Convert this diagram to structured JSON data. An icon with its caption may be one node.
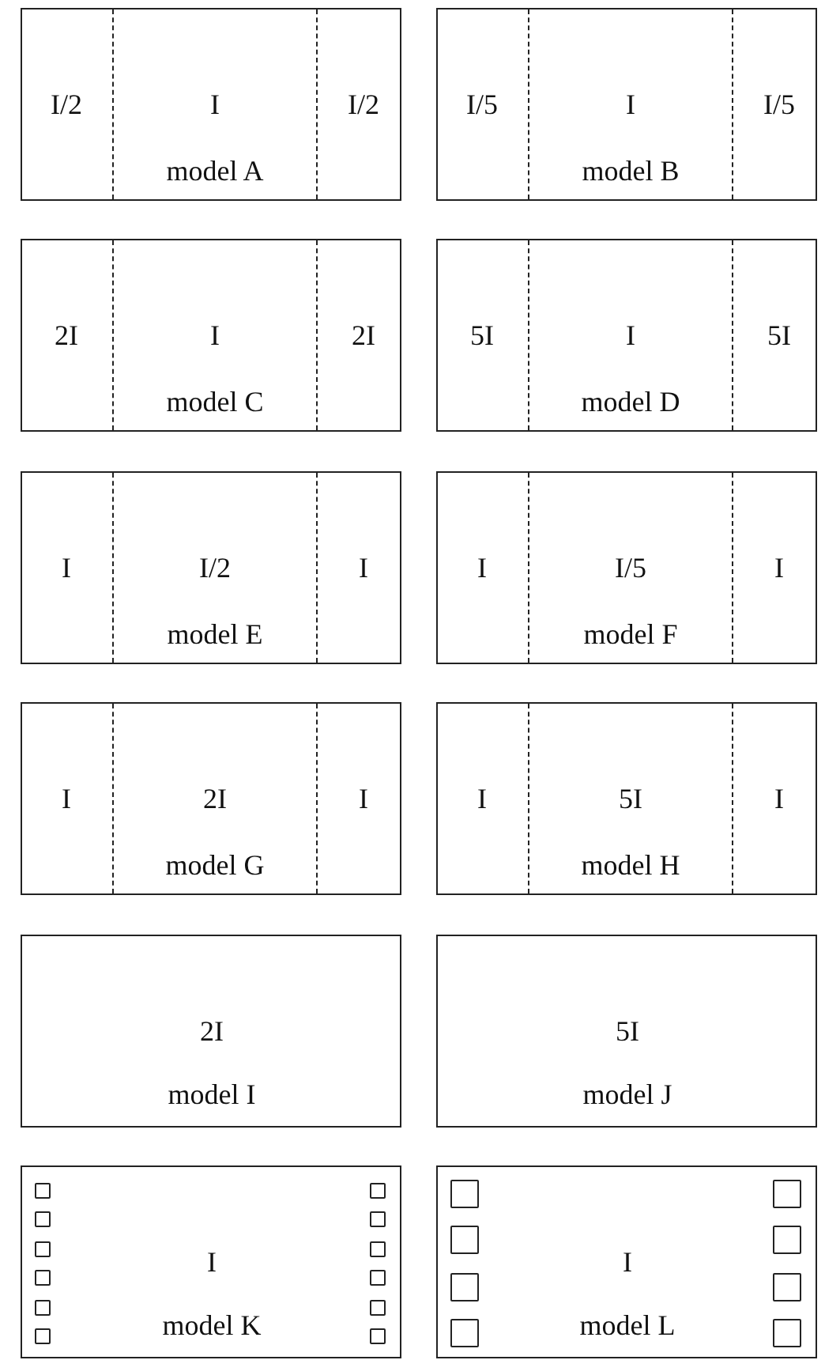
{
  "diagram": {
    "nodes": [
      {
        "text": [
          "I/2",
          "I",
          "I/2",
          "model A"
        ]
      },
      {
        "text": [
          "I/5",
          "I",
          "I/5",
          "model B"
        ]
      },
      {
        "text": [
          "2I",
          "I",
          "2I",
          "model C"
        ]
      },
      {
        "text": [
          "5I",
          "I",
          "5I",
          "model D"
        ]
      },
      {
        "text": [
          "I",
          "I/2",
          "I",
          "model E"
        ]
      },
      {
        "text": [
          "I",
          "I/5",
          "I",
          "model F"
        ]
      },
      {
        "text": [
          "I",
          "2I",
          "I",
          "model G"
        ]
      },
      {
        "text": [
          "I",
          "5I",
          "I",
          "model H"
        ]
      },
      {
        "text": [
          "2I",
          "model I"
        ]
      },
      {
        "text": [
          "5I",
          "model J"
        ]
      },
      {
        "text": [
          "I",
          "model K"
        ]
      },
      {
        "text": [
          "I",
          "model L"
        ]
      },
      {
        "text": [],
        "shape": "box",
        "in": 10
      },
      {
        "text": [],
        "shape": "box",
        "in": 10
      },
      {
        "text": [],
        "shape": "box",
        "in": 10
      },
      {
        "text": [],
        "shape": "box",
        "in": 10
      },
      {
        "text": [],
        "shape": "box",
        "in": 10
      },
      {
        "text": [],
        "shape": "box",
        "in": 10
      },
      {
        "text": [],
        "shape": "box",
        "in": 10
      },
      {
        "text": [],
        "shape": "box",
        "in": 10
      },
      {
        "text": [],
        "shape": "box",
        "in": 10
      },
      {
        "text": [],
        "shape": "box",
        "in": 10
      },
      {
        "text": [],
        "shape": "box",
        "in": 10
      },
      {
        "text": [],
        "shape": "box",
        "in": 10
      },
      {
        "text": [],
        "shape": "box",
        "in": 11
      },
      {
        "text": [],
        "shape": "box",
        "in": 11
      },
      {
        "text": [],
        "shape": "box",
        "in": 11
      },
      {
        "text": [],
        "shape": "box",
        "in": 11
      },
      {
        "text": [],
        "shape": "box",
        "in": 11
      },
      {
        "text": [],
        "shape": "box",
        "in": 11
      },
      {
        "text": [],
        "shape": "box",
        "in": 11
      },
      {
        "text": [],
        "shape": "box",
        "in": 11
      }
    ]
  }
}
